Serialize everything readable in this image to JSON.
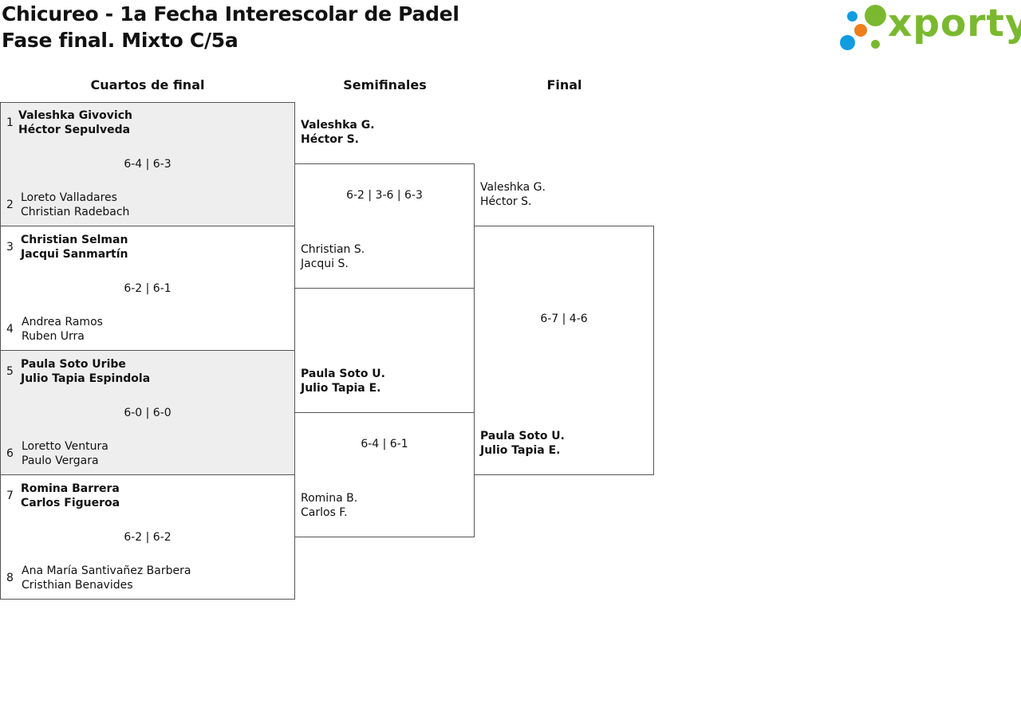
{
  "header": {
    "title_line1": "Chicureo - 1a Fecha Interescolar de Padel",
    "title_line2": "Fase final. Mixto C/5a"
  },
  "logo": {
    "text": "xporty",
    "colors": {
      "blue": "#139be0",
      "orange": "#ef7d1b",
      "green": "#7ab92f"
    }
  },
  "rounds": {
    "quarterfinals": "Cuartos de final",
    "semifinals": "Semifinales",
    "final": "Final"
  },
  "quarterfinals": [
    {
      "top": {
        "seed": "1",
        "line1": "Valeshka Givovich",
        "line2": "Héctor Sepulveda"
      },
      "bottom": {
        "seed": "2",
        "line1": "Loreto Valladares",
        "line2": "Christian Radebach"
      },
      "score": "6-4 | 6-3"
    },
    {
      "top": {
        "seed": "3",
        "line1": "Christian Selman",
        "line2": "Jacqui Sanmartín"
      },
      "bottom": {
        "seed": "4",
        "line1": "Andrea Ramos",
        "line2": "Ruben Urra"
      },
      "score": "6-2 | 6-1"
    },
    {
      "top": {
        "seed": "5",
        "line1": "Paula Soto Uribe",
        "line2": "Julio Tapia Espindola"
      },
      "bottom": {
        "seed": "6",
        "line1": "Loretto Ventura",
        "line2": "Paulo Vergara"
      },
      "score": "6-0 | 6-0"
    },
    {
      "top": {
        "seed": "7",
        "line1": "Romina Barrera",
        "line2": "Carlos Figueroa"
      },
      "bottom": {
        "seed": "8",
        "line1": "Ana María Santivañez Barbera",
        "line2": "Cristhian Benavides"
      },
      "score": "6-2 | 6-2"
    }
  ],
  "semifinals": [
    {
      "top": {
        "line1": "Valeshka G.",
        "line2": "Héctor S."
      },
      "bottom": {
        "line1": "Christian S.",
        "line2": "Jacqui S."
      },
      "score": "6-2 | 3-6 | 6-3"
    },
    {
      "top": {
        "line1": "Paula Soto U.",
        "line2": "Julio Tapia E."
      },
      "bottom": {
        "line1": "Romina B.",
        "line2": "Carlos F."
      },
      "score": "6-4 | 6-1"
    }
  ],
  "final": {
    "top": {
      "line1": "Valeshka G.",
      "line2": "Héctor S."
    },
    "bottom": {
      "line1": "Paula Soto U.",
      "line2": "Julio Tapia E."
    },
    "score": "6-7 | 4-6"
  }
}
